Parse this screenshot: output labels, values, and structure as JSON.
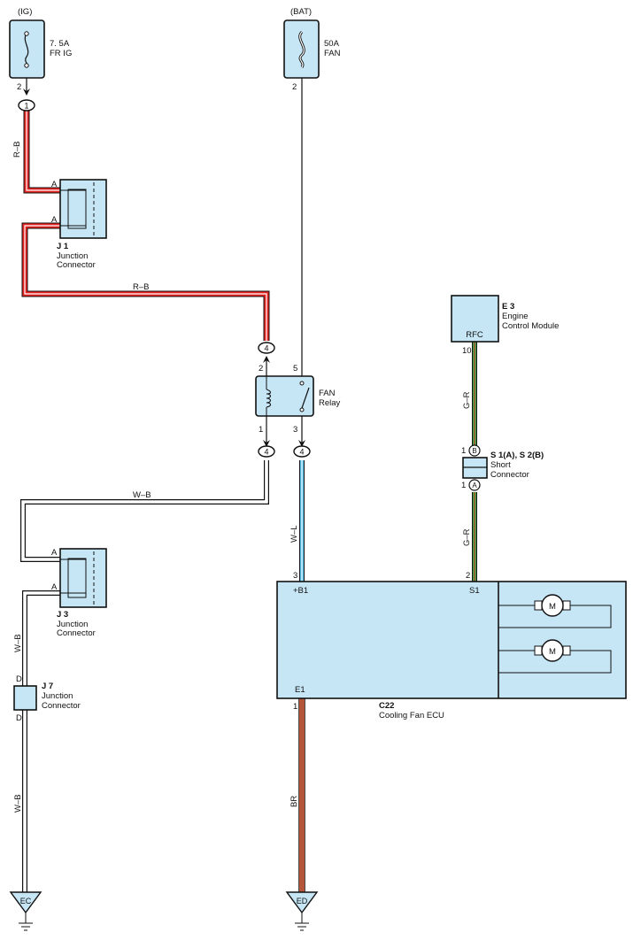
{
  "sources": {
    "ig": {
      "label": "(IG)",
      "fuse_rating": "7. 5A",
      "fuse_name": "FR IG",
      "pin": "2"
    },
    "bat": {
      "label": "(BAT)",
      "fuse_rating": "50A",
      "fuse_name": "FAN",
      "pin": "2"
    }
  },
  "connectors": {
    "c1": "1",
    "c4": "4"
  },
  "junctions": {
    "j1": {
      "code": "J 1",
      "line1": "Junction",
      "line2": "Connector",
      "pin_a": "A"
    },
    "j3": {
      "code": "J 3",
      "line1": "Junction",
      "line2": "Connector",
      "pin_a": "A"
    },
    "j7": {
      "code": "J 7",
      "line1": "Junction",
      "line2": "Connector",
      "pin_d": "D"
    }
  },
  "relay": {
    "line1": "FAN",
    "line2": "Relay",
    "pins": {
      "p1": "1",
      "p2": "2",
      "p3": "3",
      "p5": "5"
    }
  },
  "ecm": {
    "code": "E 3",
    "line1": "Engine",
    "line2": "Control Module",
    "terminal": "RFC",
    "pin": "10"
  },
  "short_connector": {
    "code": "S 1(A), S 2(B)",
    "name": "Short",
    "name2": "Connector",
    "pin": "1",
    "tag_b": "B",
    "tag_a": "A"
  },
  "ecu": {
    "code": "C22",
    "name": "Cooling Fan ECU",
    "terminals": {
      "b1": "+B1",
      "s1": "S1",
      "e1": "E1"
    },
    "pins": {
      "b1": "3",
      "s1": "2",
      "e1": "1"
    },
    "motor_label": "M"
  },
  "wires": {
    "rb": "R–B",
    "wb": "W–B",
    "wl": "W–L",
    "gr": "G–R",
    "br": "BR"
  },
  "grounds": {
    "ec": "EC",
    "ed": "ED"
  },
  "colors": {
    "red": "#e52421",
    "black": "#111111",
    "white": "#ffffff",
    "blue": "#5bc1ea",
    "green": "#3aa849",
    "brown": "#b5553a",
    "component_fill": "#c6e6f6"
  }
}
